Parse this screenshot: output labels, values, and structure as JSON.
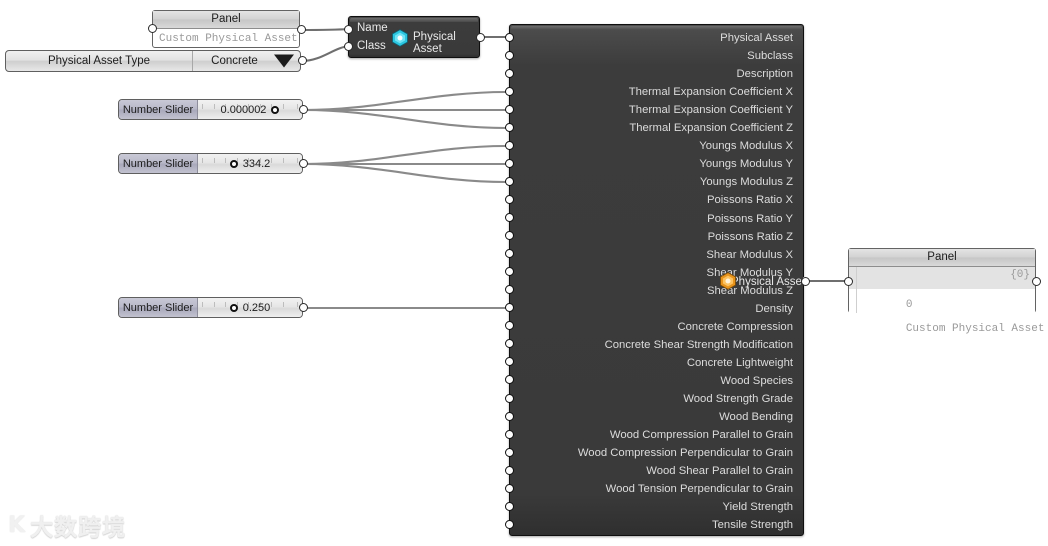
{
  "app": {
    "kind": "node-editor-canvas",
    "background": "#ffffff"
  },
  "input_panel": {
    "title": "Panel",
    "text": "Custom Physical Asset"
  },
  "value_list": {
    "name": "Physical Asset Type",
    "value": "Concrete",
    "arrow_icon": "chevron-down-icon"
  },
  "sliders": [
    {
      "name": "Number Slider",
      "value": "0.000002",
      "handle_pct": 56
    },
    {
      "name": "Number Slider",
      "value": "334.2",
      "handle_pct": 40
    },
    {
      "name": "Number Slider",
      "value": "0.250",
      "handle_pct": 30
    }
  ],
  "creator_node": {
    "inputs": [
      "Name",
      "Class"
    ],
    "output": "Physical Asset",
    "icon": "physical-asset-cyan-icon",
    "icon_color": "#2fd2e8"
  },
  "asset_node": {
    "output": "Physical Asset",
    "icon": "physical-asset-orange-icon",
    "icon_color": "#f0a323",
    "inputs": [
      "Physical Asset",
      "Subclass",
      "Description",
      "Thermal Expansion Coefficient X",
      "Thermal Expansion Coefficient Y",
      "Thermal Expansion Coefficient Z",
      "Youngs Modulus X",
      "Youngs Modulus Y",
      "Youngs Modulus Z",
      "Poissons Ratio X",
      "Poissons Ratio Y",
      "Poissons Ratio Z",
      "Shear Modulus X",
      "Shear Modulus Y",
      "Shear Modulus Z",
      "Density",
      "Concrete Compression",
      "Concrete Shear Strength Modification",
      "Concrete Lightweight",
      "Wood Species",
      "Wood Strength Grade",
      "Wood Bending",
      "Wood Compression Parallel to Grain",
      "Wood Compression Perpendicular to Grain",
      "Wood Shear Parallel to Grain",
      "Wood Tension Perpendicular to Grain",
      "Yield Strength",
      "Tensile Strength"
    ]
  },
  "output_panel": {
    "title": "Panel",
    "branch": "{0}",
    "index": "0",
    "text": "Custom Physical Asset"
  },
  "watermark": {
    "mark": "K",
    "text": "大数跨境"
  }
}
